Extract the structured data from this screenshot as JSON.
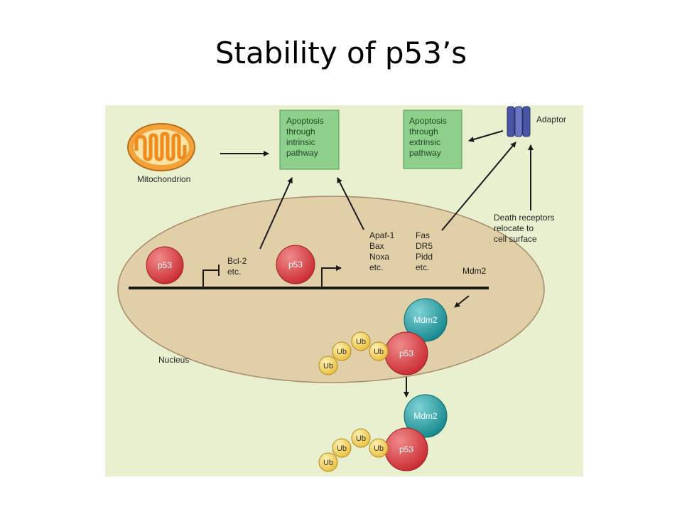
{
  "slide": {
    "title": "Stability of p53’s"
  },
  "diagram": {
    "colors": {
      "background": "#e9f0cf",
      "nucleus": "#e1cfa7",
      "box": "#8fcf8c",
      "p53": "#d8363c",
      "mdm2": "#1a9ea4",
      "ub": "#f4cf5c",
      "mito": "#f3a238",
      "receptor": "#4a55a3"
    },
    "mitochondrion": "Mitochondrion",
    "intrinsic_box": [
      "Apoptosis",
      "through",
      "intrinsic",
      "pathway"
    ],
    "extrinsic_box": [
      "Apoptosis",
      "through",
      "extrinsic",
      "pathway"
    ],
    "adaptor": "Adaptor",
    "death_receptors": [
      "Death receptors",
      "relocate to",
      "cell surface"
    ],
    "p53": "p53",
    "bcl2": [
      "Bcl-2",
      "etc."
    ],
    "apaf": [
      "Apaf-1",
      "Bax",
      "Noxa",
      "etc."
    ],
    "fas": [
      "Fas",
      "DR5",
      "Pidd",
      "etc."
    ],
    "mdm2_text": "Mdm2",
    "mdm2": "Mdm2",
    "ub": "Ub",
    "nucleus": "Nucleus"
  }
}
